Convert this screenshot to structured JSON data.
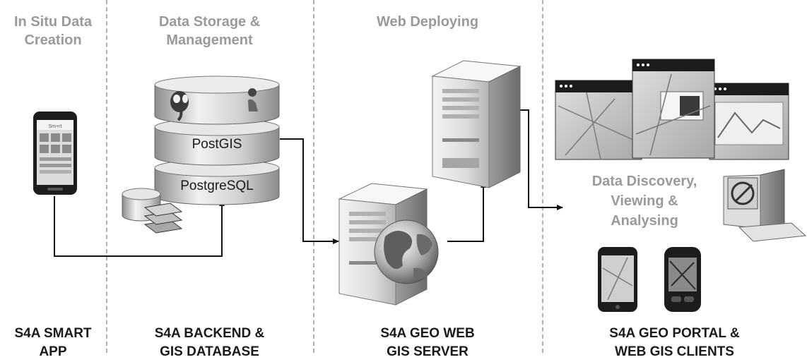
{
  "columns": [
    {
      "id": "app",
      "title": [
        "In Situ Data",
        "Creation"
      ],
      "footer": [
        "S4A SMART",
        "APP"
      ]
    },
    {
      "id": "db",
      "title": [
        "Data Storage &",
        "Management"
      ],
      "footer": [
        "S4A BACKEND &",
        "GIS DATABASE"
      ]
    },
    {
      "id": "web",
      "title": [
        "Web Deploying"
      ],
      "footer": [
        "S4A GEO WEB",
        "GIS SERVER"
      ]
    },
    {
      "id": "portal",
      "title": [],
      "footer": [
        "S4A GEO PORTAL &",
        "WEB GIS CLIENTS"
      ]
    }
  ],
  "db_layers": {
    "top": "PostGIS",
    "bottom": "PostgreSQL"
  },
  "discovery": [
    "Data Discovery,",
    "Viewing &",
    "Analysing"
  ],
  "colors": {
    "heading": "#9a9a9a",
    "footer": "#1a1a1a",
    "connector": "#111111",
    "divider": "#b0b0b0"
  }
}
